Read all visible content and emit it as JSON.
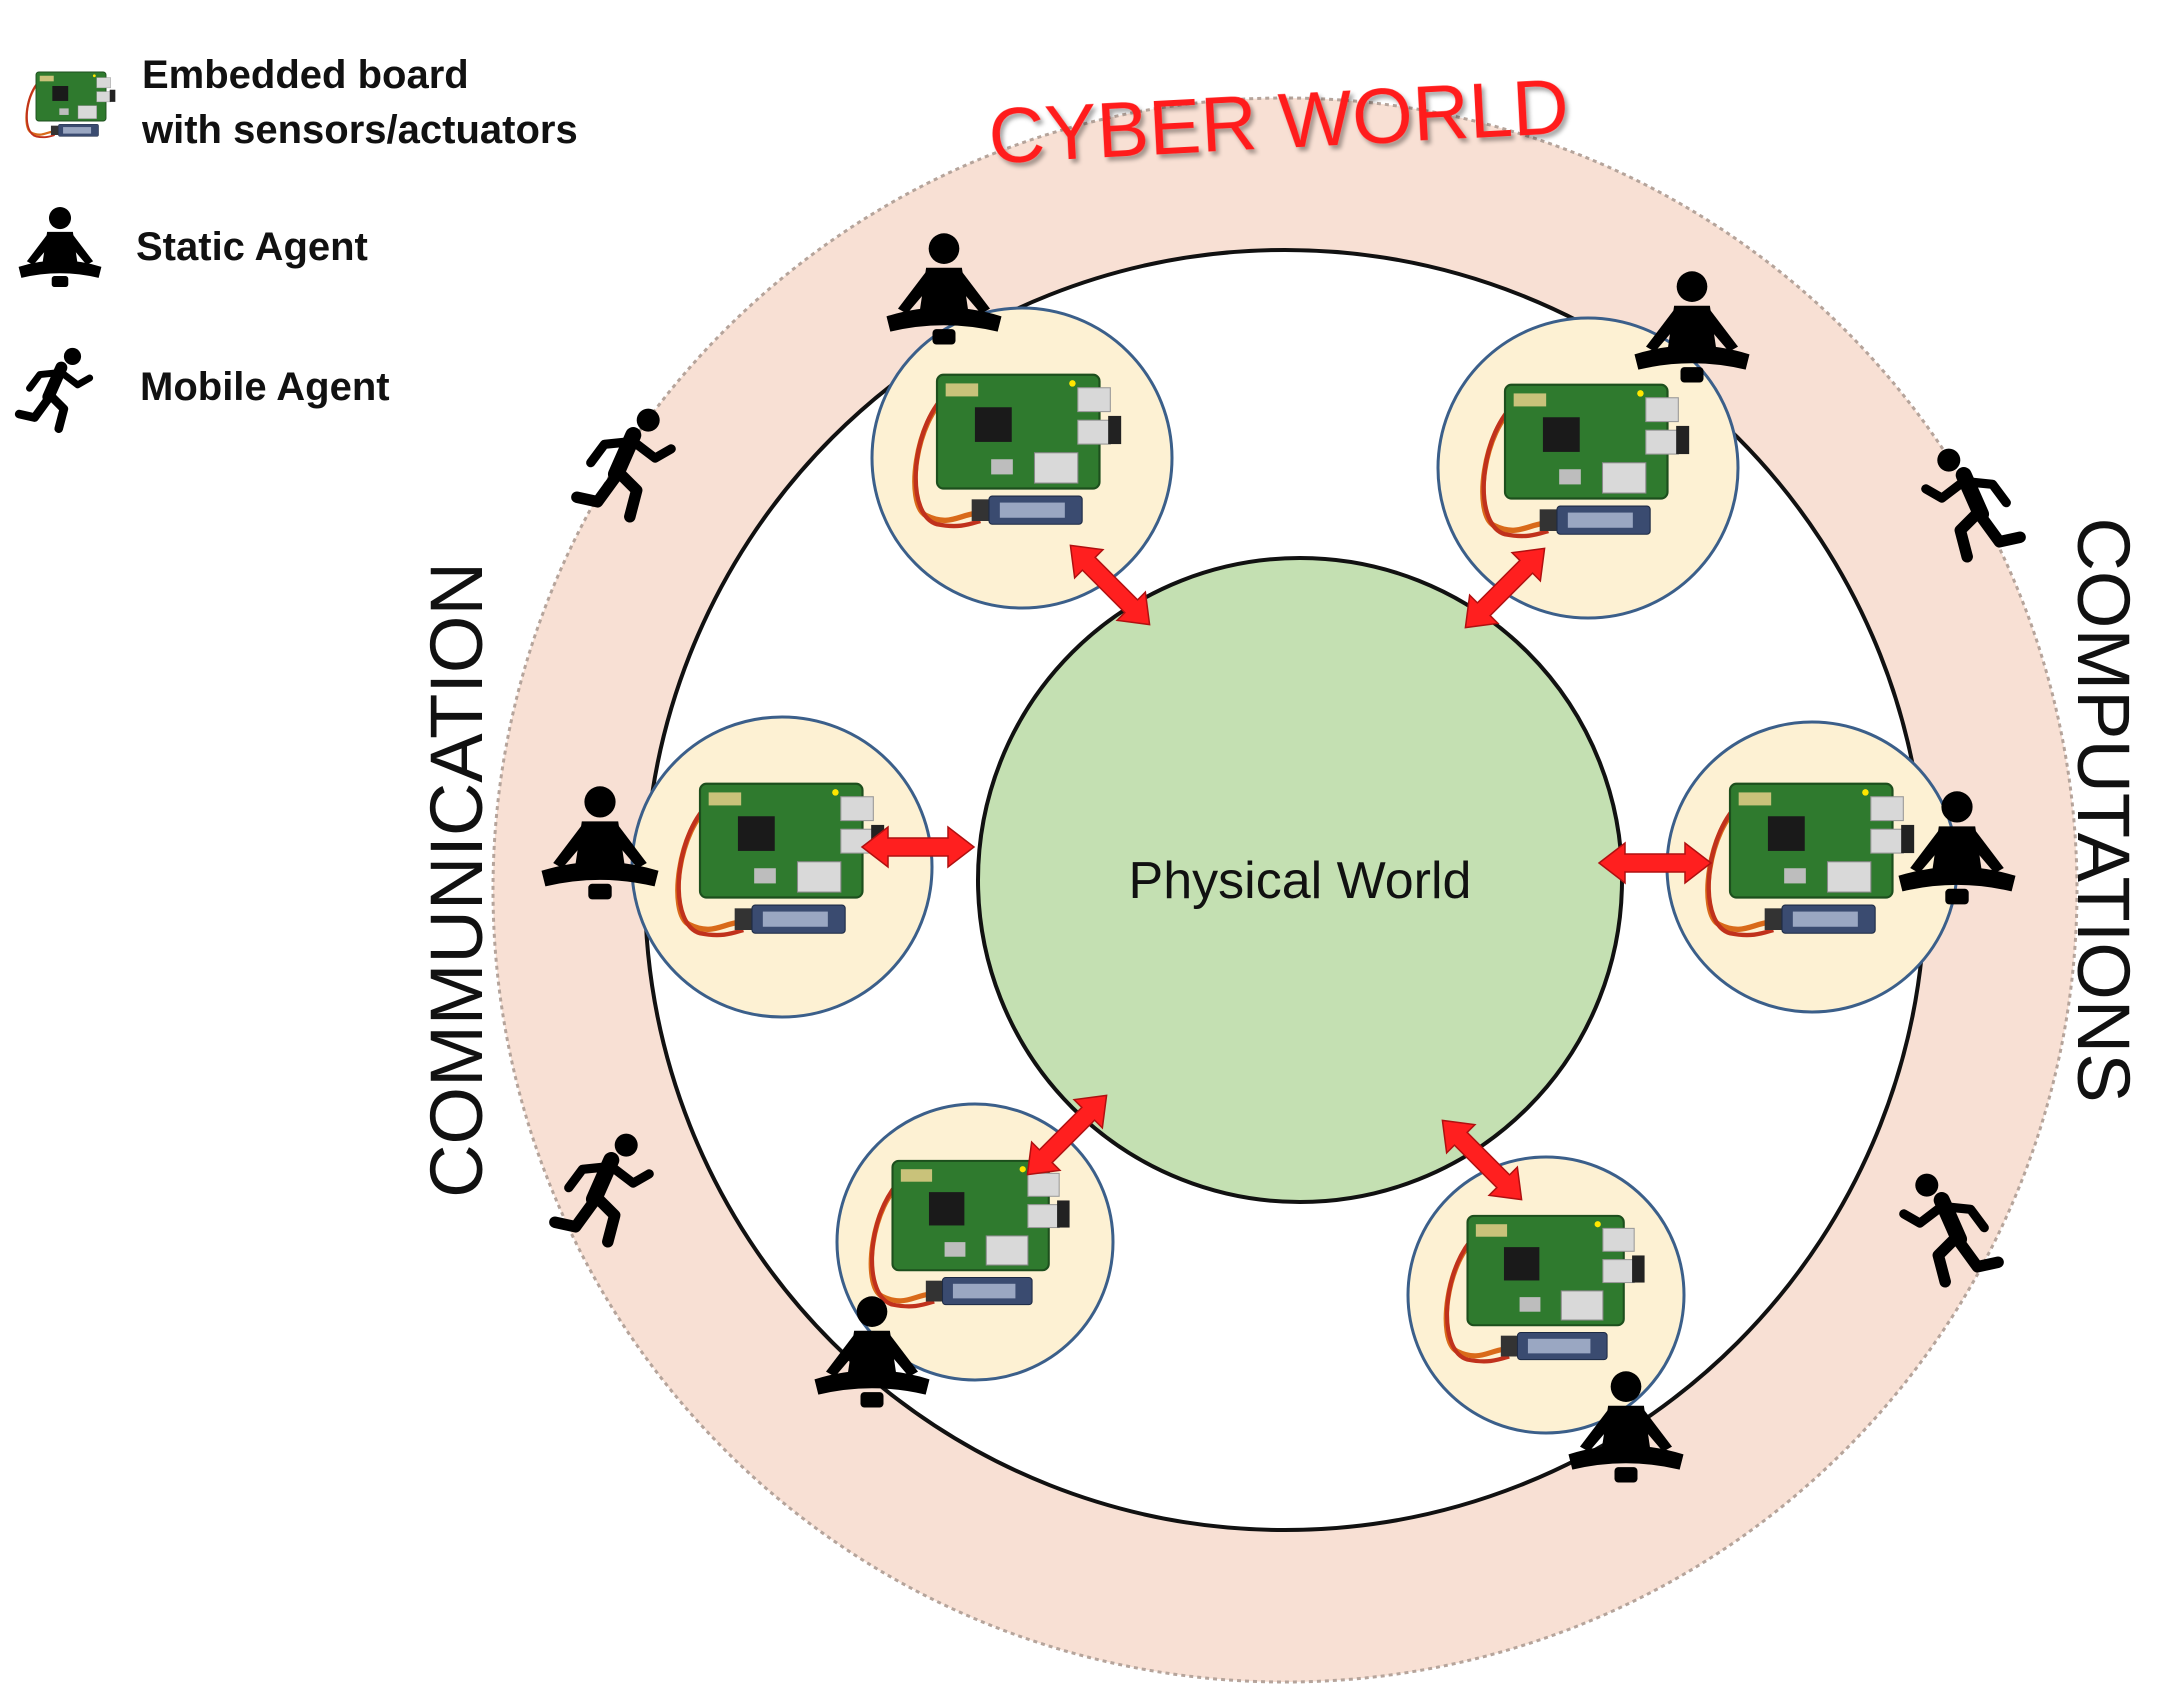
{
  "legend": {
    "board_label_line1": "Embedded board",
    "board_label_line2": "with sensors/actuators",
    "static_agent_label": "Static Agent",
    "mobile_agent_label": "Mobile Agent"
  },
  "outer_ring": {
    "title": "CYBER WORLD",
    "left_label": "COMMUNICATION",
    "right_label": "COMPUTATIONS"
  },
  "center": {
    "label": "Physical World"
  },
  "nodes": [
    {
      "id": "top-left",
      "has_static_agent": true
    },
    {
      "id": "top-right",
      "has_static_agent": true
    },
    {
      "id": "middle-left",
      "has_static_agent": true
    },
    {
      "id": "middle-right",
      "has_static_agent": true
    },
    {
      "id": "bottom-left",
      "has_static_agent": true
    },
    {
      "id": "bottom-right",
      "has_static_agent": true
    }
  ],
  "mobile_agents_count": 4,
  "colors": {
    "outer_ring_fill": "#f8e0d4",
    "physical_world_fill": "#c4e0b2",
    "board_circle_fill": "#fdf1d3",
    "board_circle_stroke": "#3b5f8a",
    "arrow_color": "#ff1f1f",
    "cyber_title_color": "#ff1a1a",
    "pcb_green": "#2f7a2e"
  },
  "icons": {
    "board": "embedded-board-icon",
    "static_agent": "static-agent-icon",
    "mobile_agent": "mobile-agent-icon",
    "arrow": "bidirectional-arrow"
  }
}
